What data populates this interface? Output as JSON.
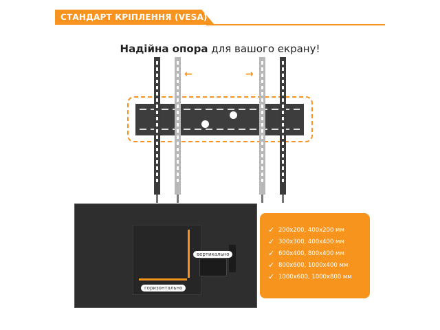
{
  "header": {
    "title": "СТАНДАРТ КРІПЛЕННЯ (VESA)",
    "accent_color": "#f7931e"
  },
  "tagline": {
    "bold": "Надійна опора",
    "rest": " для вашого екрану!"
  },
  "mount_illustration": {
    "arrow_left": "←",
    "arrow_right": "→"
  },
  "tv_illustration": {
    "vertical_label": "вертикально",
    "horizontal_label": "горизонтально"
  },
  "spec_box": {
    "background_color": "#f7941d",
    "check_icon": "✓",
    "items": [
      "200x200, 400x200 мм",
      "300x300, 400x400 мм",
      "600x400, 800x400 мм",
      "800x600, 1000x400 мм",
      "1000x600, 1000x800 мм"
    ]
  }
}
